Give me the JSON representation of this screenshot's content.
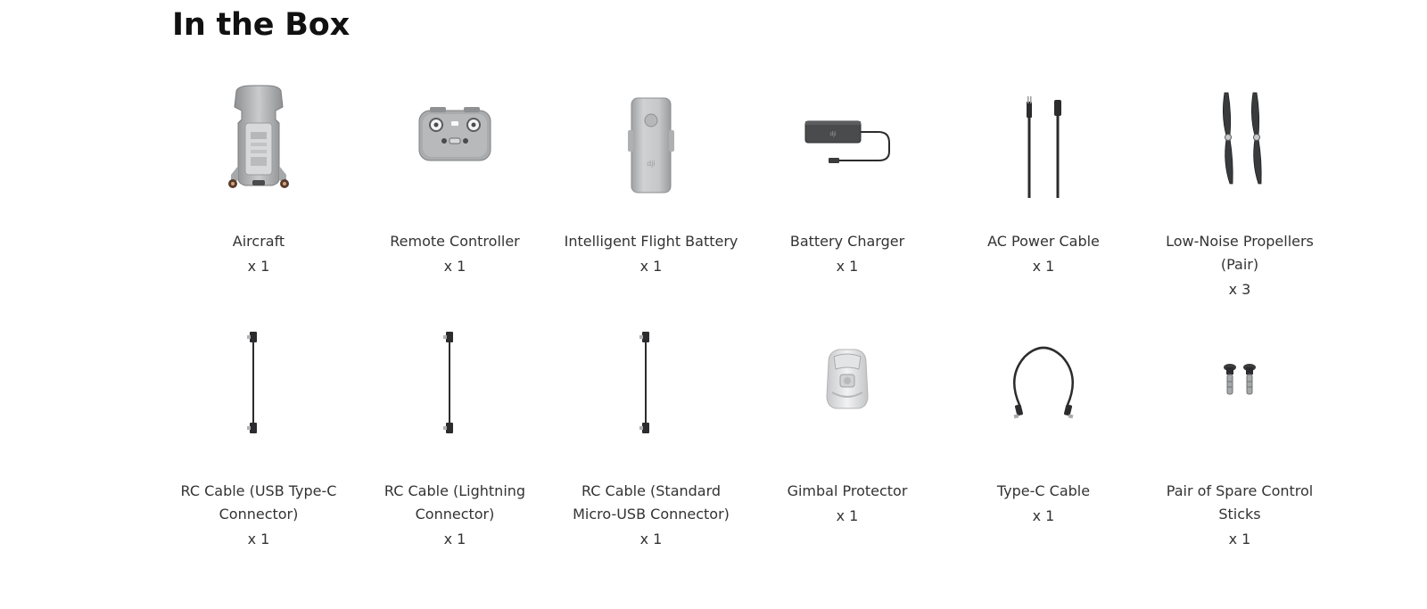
{
  "section_title": "In the Box",
  "items": [
    {
      "name": "Aircraft",
      "qty": "x 1",
      "icon": "drone-aircraft-icon"
    },
    {
      "name": "Remote Controller",
      "qty": "x 1",
      "icon": "remote-controller-icon"
    },
    {
      "name": "Intelligent Flight Battery",
      "qty": "x 1",
      "icon": "flight-battery-icon"
    },
    {
      "name": "Battery Charger",
      "qty": "x 1",
      "icon": "battery-charger-icon"
    },
    {
      "name": "AC Power Cable",
      "qty": "x 1",
      "icon": "ac-power-cable-icon"
    },
    {
      "name": "Low-Noise Propellers (Pair)",
      "qty": "x 3",
      "icon": "propellers-icon"
    },
    {
      "name": "RC Cable (USB Type-C Connector)",
      "qty": "x 1",
      "icon": "rc-cable-usb-c-icon"
    },
    {
      "name": "RC Cable (Lightning Connector)",
      "qty": "x 1",
      "icon": "rc-cable-lightning-icon"
    },
    {
      "name": "RC Cable (Standard Micro-USB Connector)",
      "qty": "x 1",
      "icon": "rc-cable-micro-usb-icon"
    },
    {
      "name": "Gimbal Protector",
      "qty": "x 1",
      "icon": "gimbal-protector-icon"
    },
    {
      "name": "Type-C Cable",
      "qty": "x 1",
      "icon": "type-c-cable-icon"
    },
    {
      "name": "Pair of Spare Control Sticks",
      "qty": "x 1",
      "icon": "control-sticks-icon"
    }
  ],
  "colors": {
    "product_grey": "#9a9c9e",
    "product_dark": "#3a3b3d",
    "cable_dark": "#2c2c2e",
    "text": "#333333",
    "title": "#111111"
  }
}
